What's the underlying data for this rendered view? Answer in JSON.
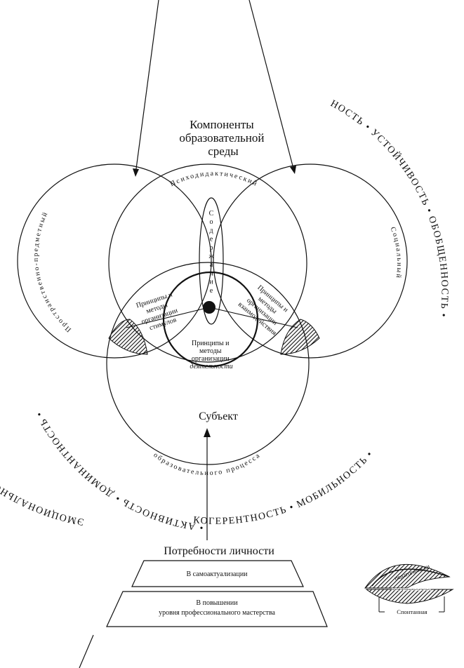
{
  "components_title": [
    "Компоненты",
    "образовательной",
    "среды"
  ],
  "circle_labels": {
    "top": "Психодидактический",
    "left": "Пространственно-предметный",
    "right": "Социальный",
    "bottom": "образовательного процесса",
    "vertical": "Содержание"
  },
  "intersections": {
    "left": [
      "Принципы и",
      "методы",
      "организации",
      "стимулов"
    ],
    "right": [
      "Принципы и",
      "методы",
      "организации",
      "взаимодействия"
    ],
    "bottom": [
      "Принципы и",
      "методы",
      "организации",
      "деятельности"
    ]
  },
  "subject_label": "Субъект",
  "outer_ring": {
    "left": "ЭМОЦИОНАЛЬНОСТЬ • ОСОЗНАВАЕМОСТЬ • ШИРОТА •",
    "right": "НОСТЬ • УСТОЙЧИВОСТЬ • ОБОБЩЕННОСТЬ •",
    "bottom_right": "КОГЕРЕНТНОСТЬ • МОБИЛЬНОСТЬ •",
    "bottom_left": "• АКТИВНОСТЬ • ДОМИНАНТНОСТЬ •"
  },
  "needs": {
    "title": "Потребности личности",
    "levels": [
      "В самоактуализации",
      "В повышении",
      "уровня профессионального мастерства"
    ]
  },
  "legend": {
    "top": "педагогически",
    "middle": "организованная",
    "bottom": "Спонтанная"
  }
}
